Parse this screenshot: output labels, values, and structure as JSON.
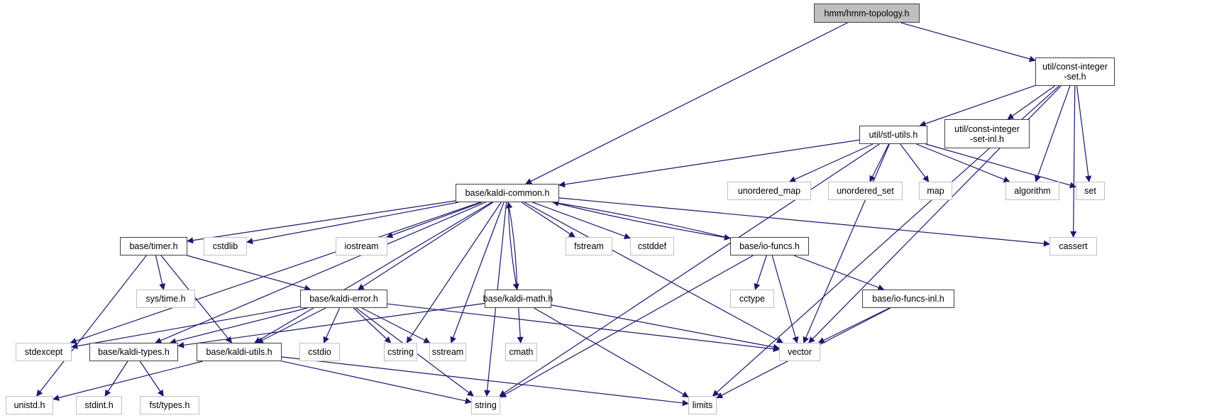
{
  "graph": {
    "title": "hmm/hmm-topology.h",
    "edge_color": "#191970",
    "nodes": [
      {
        "id": "root",
        "label": "hmm/hmm-topology.h",
        "kind": "root"
      },
      {
        "id": "cis",
        "label": "util/const-integer\n-set.h",
        "kind": "internal"
      },
      {
        "id": "stl",
        "label": "util/stl-utils.h",
        "kind": "internal"
      },
      {
        "id": "cisinl",
        "label": "util/const-integer\n-set-inl.h",
        "kind": "internal"
      },
      {
        "id": "common",
        "label": "base/kaldi-common.h",
        "kind": "internal"
      },
      {
        "id": "umap",
        "label": "unordered_map",
        "kind": "external"
      },
      {
        "id": "uset",
        "label": "unordered_set",
        "kind": "external"
      },
      {
        "id": "map",
        "label": "map",
        "kind": "external"
      },
      {
        "id": "algorithm",
        "label": "algorithm",
        "kind": "external"
      },
      {
        "id": "set",
        "label": "set",
        "kind": "external"
      },
      {
        "id": "timer",
        "label": "base/timer.h",
        "kind": "internal"
      },
      {
        "id": "cstdlib",
        "label": "cstdlib",
        "kind": "external"
      },
      {
        "id": "iostream",
        "label": "iostream",
        "kind": "external"
      },
      {
        "id": "fstream",
        "label": "fstream",
        "kind": "external"
      },
      {
        "id": "cstddef",
        "label": "cstddef",
        "kind": "external"
      },
      {
        "id": "iofuncs",
        "label": "base/io-funcs.h",
        "kind": "internal"
      },
      {
        "id": "cassert",
        "label": "cassert",
        "kind": "external"
      },
      {
        "id": "systime",
        "label": "sys/time.h",
        "kind": "external"
      },
      {
        "id": "error",
        "label": "base/kaldi-error.h",
        "kind": "internal"
      },
      {
        "id": "math",
        "label": "base/kaldi-math.h",
        "kind": "internal"
      },
      {
        "id": "cctype",
        "label": "cctype",
        "kind": "external"
      },
      {
        "id": "iofuncsinl",
        "label": "base/io-funcs-inl.h",
        "kind": "internal"
      },
      {
        "id": "stdexcept",
        "label": "stdexcept",
        "kind": "external"
      },
      {
        "id": "types",
        "label": "base/kaldi-types.h",
        "kind": "internal"
      },
      {
        "id": "utils",
        "label": "base/kaldi-utils.h",
        "kind": "internal"
      },
      {
        "id": "cstdio",
        "label": "cstdio",
        "kind": "external"
      },
      {
        "id": "cstring",
        "label": "cstring",
        "kind": "external"
      },
      {
        "id": "sstream",
        "label": "sstream",
        "kind": "external"
      },
      {
        "id": "cmath",
        "label": "cmath",
        "kind": "external"
      },
      {
        "id": "vector",
        "label": "vector",
        "kind": "external"
      },
      {
        "id": "unistd",
        "label": "unistd.h",
        "kind": "external"
      },
      {
        "id": "stdint",
        "label": "stdint.h",
        "kind": "external"
      },
      {
        "id": "fsttypes",
        "label": "fst/types.h",
        "kind": "external"
      },
      {
        "id": "string",
        "label": "string",
        "kind": "external"
      },
      {
        "id": "limits",
        "label": "limits",
        "kind": "external"
      }
    ],
    "edges": [
      [
        "root",
        "common"
      ],
      [
        "root",
        "cis"
      ],
      [
        "cis",
        "stl"
      ],
      [
        "cis",
        "cisinl"
      ],
      [
        "cis",
        "algorithm"
      ],
      [
        "cis",
        "set"
      ],
      [
        "cis",
        "cassert"
      ],
      [
        "cis",
        "vector"
      ],
      [
        "cis",
        "limits"
      ],
      [
        "stl",
        "common"
      ],
      [
        "stl",
        "umap"
      ],
      [
        "stl",
        "uset"
      ],
      [
        "stl",
        "map"
      ],
      [
        "stl",
        "algorithm"
      ],
      [
        "stl",
        "set"
      ],
      [
        "stl",
        "vector"
      ],
      [
        "stl",
        "string"
      ],
      [
        "common",
        "timer"
      ],
      [
        "common",
        "cstdlib"
      ],
      [
        "common",
        "iostream"
      ],
      [
        "common",
        "fstream"
      ],
      [
        "common",
        "cstddef"
      ],
      [
        "common",
        "iofuncs"
      ],
      [
        "common",
        "cassert"
      ],
      [
        "common",
        "error"
      ],
      [
        "common",
        "math"
      ],
      [
        "common",
        "stdexcept"
      ],
      [
        "common",
        "types"
      ],
      [
        "common",
        "utils"
      ],
      [
        "common",
        "cstring"
      ],
      [
        "common",
        "sstream"
      ],
      [
        "common",
        "string"
      ],
      [
        "common",
        "vector"
      ],
      [
        "iofuncs",
        "common"
      ],
      [
        "math",
        "common"
      ],
      [
        "timer",
        "systime"
      ],
      [
        "timer",
        "error"
      ],
      [
        "timer",
        "utils"
      ],
      [
        "timer",
        "unistd"
      ],
      [
        "iofuncs",
        "cctype"
      ],
      [
        "iofuncs",
        "vector"
      ],
      [
        "iofuncs",
        "iofuncsinl"
      ],
      [
        "iofuncs",
        "string"
      ],
      [
        "iofuncsinl",
        "vector"
      ],
      [
        "iofuncsinl",
        "limits"
      ],
      [
        "error",
        "stdexcept"
      ],
      [
        "error",
        "types"
      ],
      [
        "error",
        "utils"
      ],
      [
        "error",
        "cstdio"
      ],
      [
        "error",
        "cstring"
      ],
      [
        "error",
        "sstream"
      ],
      [
        "error",
        "string"
      ],
      [
        "error",
        "vector"
      ],
      [
        "math",
        "types"
      ],
      [
        "math",
        "cmath"
      ],
      [
        "math",
        "vector"
      ],
      [
        "math",
        "limits"
      ],
      [
        "types",
        "stdint"
      ],
      [
        "types",
        "fsttypes"
      ],
      [
        "utils",
        "unistd"
      ],
      [
        "utils",
        "string"
      ],
      [
        "utils",
        "limits"
      ]
    ]
  }
}
